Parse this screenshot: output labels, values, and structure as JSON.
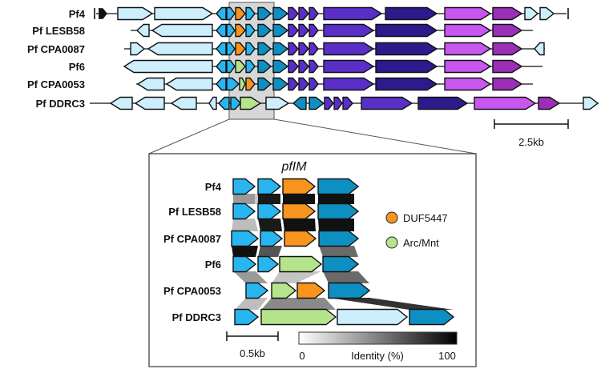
{
  "top_panel": {
    "genomes": [
      "Pf4",
      "Pf LESB58",
      "Pf CPA0087",
      "Pf6",
      "Pf CPA0053",
      "Pf DDRC3"
    ],
    "scale_label": "2.5kb"
  },
  "inset_panel": {
    "title": "pfIM",
    "genomes": [
      "Pf4",
      "Pf LESB58",
      "Pf CPA0087",
      "Pf6",
      "Pf CPA0053",
      "Pf DDRC3"
    ],
    "scale_label": "0.5kb",
    "legend": [
      {
        "label": "DUF5447",
        "color": "#f7941d"
      },
      {
        "label": "Arc/Mnt",
        "color": "#b5e48c"
      }
    ],
    "identity_bar": {
      "min_label": "0",
      "title": "Identity (%)",
      "max_label": "100"
    }
  },
  "colors": {
    "light_blue": "#cdeefc",
    "sky": "#29b6f0",
    "teal": "#0e8fc2",
    "violet": "#5a2fc8",
    "indigo": "#2e1a8c",
    "magenta": "#c857f0",
    "purple": "#9b2fb8",
    "orange": "#f7941d",
    "green": "#b5e48c"
  }
}
